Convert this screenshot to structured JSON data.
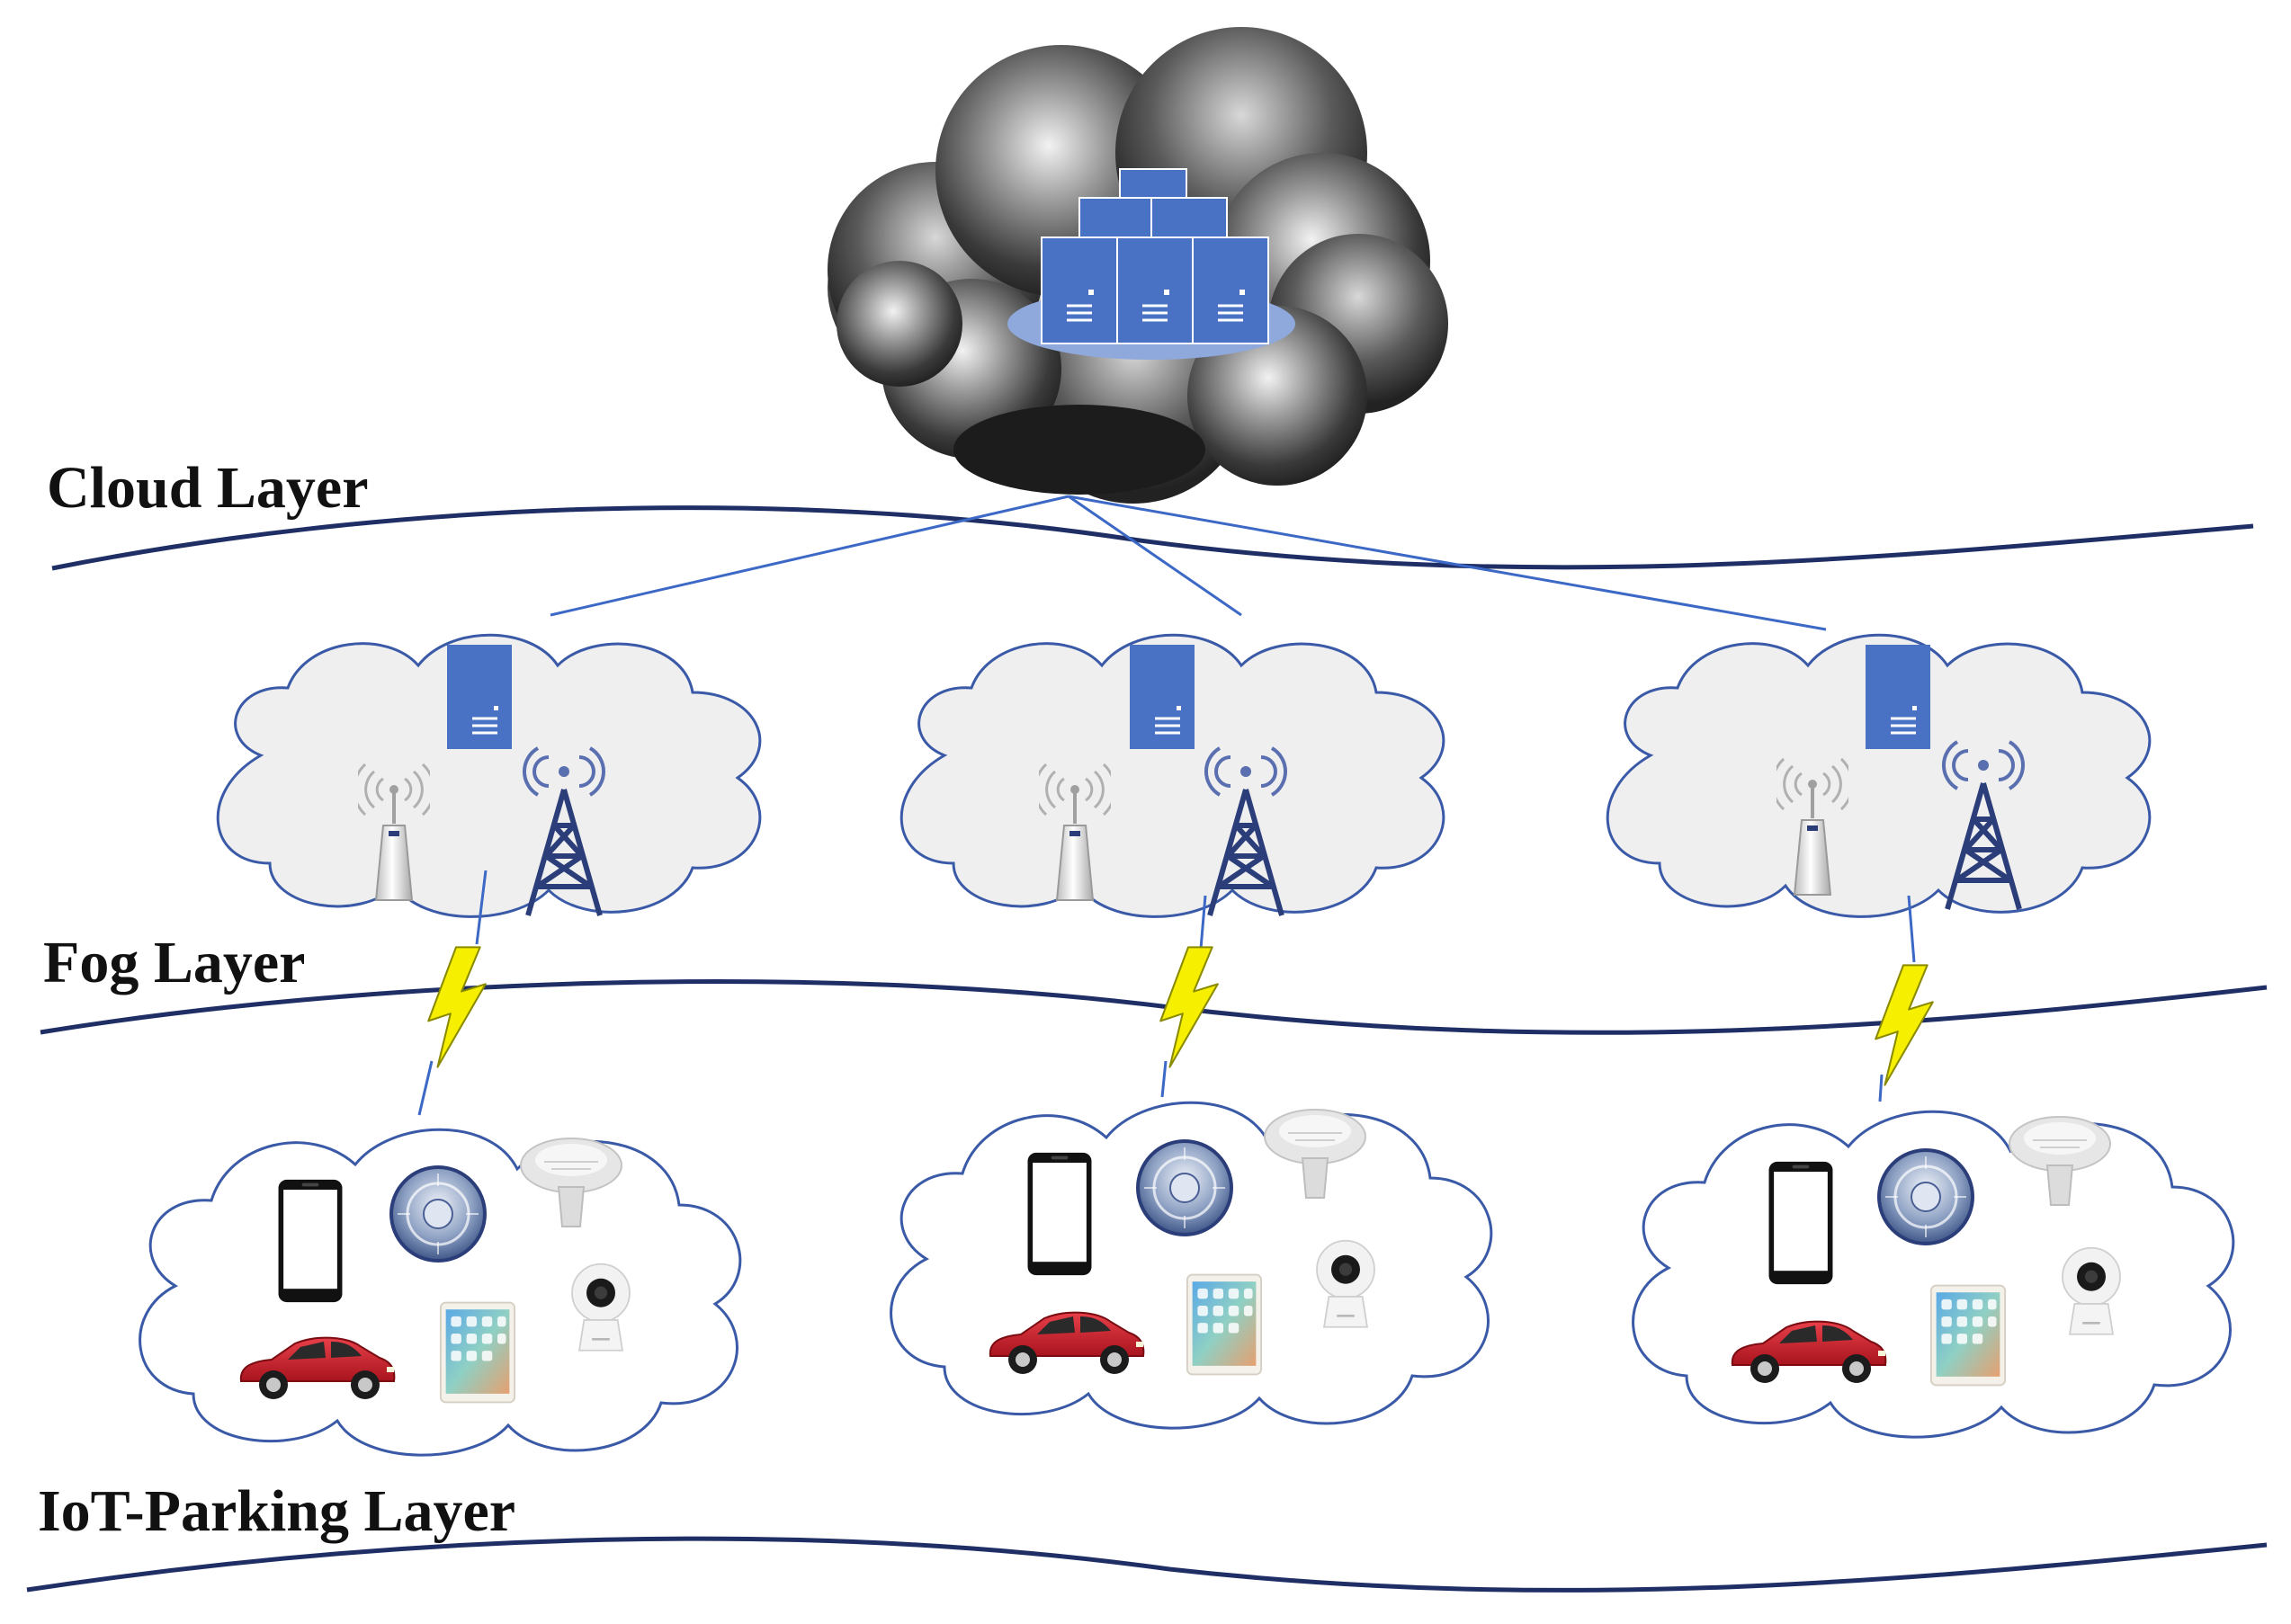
{
  "layers": {
    "cloud": "Cloud Layer",
    "fog": "Fog Layer",
    "iot": "IoT-Parking Layer"
  },
  "colors": {
    "server_blue": "#4a72c4",
    "server_platform": "#8fa9dc",
    "link_blue": "#3c68c6",
    "separator": "#1f2f66",
    "fog_cloud_fill": "#efefef",
    "iot_cloud_fill": "#ffffff",
    "cloud_outline": "#3a5aa8",
    "tower_navy": "#2c3e7a",
    "lightning_yellow": "#f6f000",
    "car_red": "#d0202c"
  },
  "icons": [
    "server-icon",
    "router-icon",
    "cell-tower-icon",
    "lightning-icon",
    "smartphone-icon",
    "parking-sensor-icon",
    "ceiling-sensor-icon",
    "security-camera-icon",
    "tablet-icon",
    "car-icon"
  ]
}
